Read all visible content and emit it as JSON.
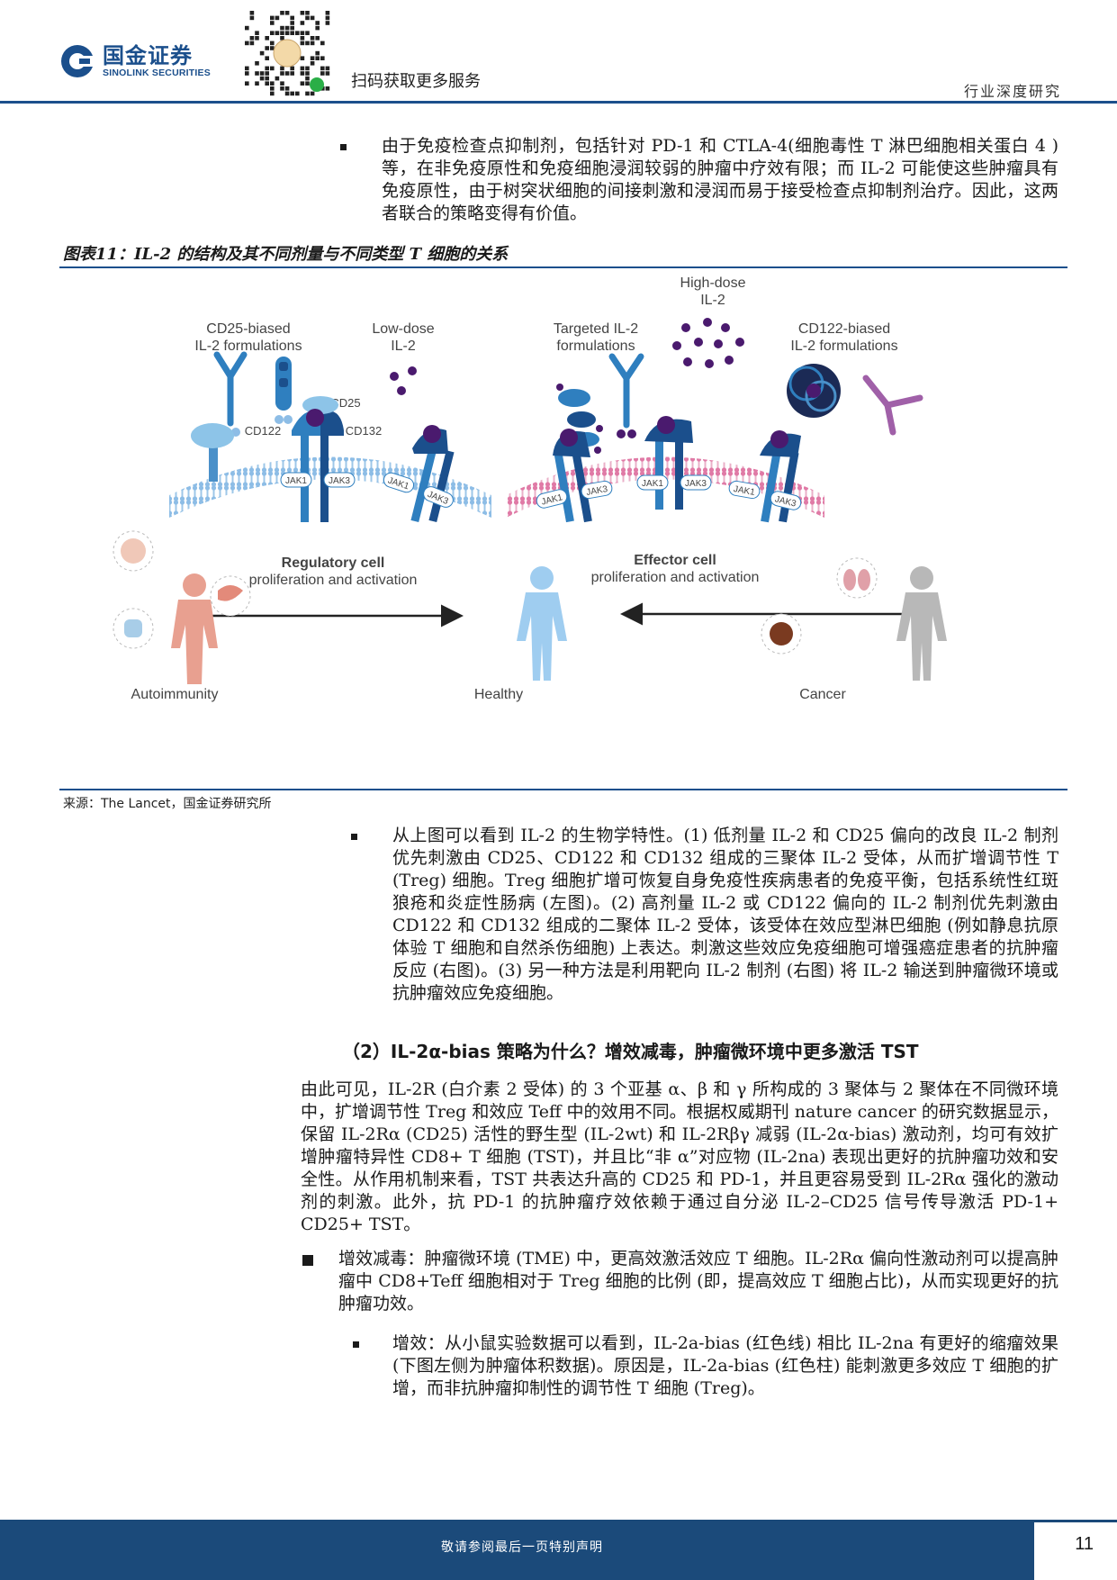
{
  "header": {
    "logo_cn": "国金证券",
    "logo_en": "SINOLINK SECURITIES",
    "qr_caption": "扫码获取更多服务",
    "section": "行业深度研究"
  },
  "paragraphs": {
    "p1": "由于免疫检查点抑制剂，包括针对 PD-1 和 CTLA-4(细胞毒性 T 淋巴细胞相关蛋白 4 ) 等，在非免疫原性和免疫细胞浸润较弱的肿瘤中疗效有限；而 IL-2 可能使这些肿瘤具有免疫原性，由于树突状细胞的间接刺激和浸润而易于接受检查点抑制剂治疗。因此，这两者联合的策略变得有价值。",
    "p2": "从上图可以看到 IL-2 的生物学特性。(1) 低剂量 IL-2 和 CD25 偏向的改良 IL-2 制剂优先刺激由 CD25、CD122 和 CD132 组成的三聚体 IL-2 受体，从而扩增调节性 T (Treg) 细胞。Treg 细胞扩增可恢复自身免疫性疾病患者的免疫平衡，包括系统性红斑狼疮和炎症性肠病 (左图)。(2) 高剂量 IL-2 或 CD122 偏向的 IL-2 制剂优先刺激由 CD122 和 CD132 组成的二聚体 IL-2 受体，该受体在效应型淋巴细胞 (例如静息抗原体验 T 细胞和自然杀伤细胞) 上表达。刺激这些效应免疫细胞可增强癌症患者的抗肿瘤反应 (右图)。(3) 另一种方法是利用靶向 IL-2 制剂 (右图) 将 IL-2 输送到肿瘤微环境或抗肿瘤效应免疫细胞。",
    "p3": "由此可见，IL-2R (白介素 2 受体) 的 3 个亚基 α、β 和 γ 所构成的 3 聚体与 2 聚体在不同微环境中，扩增调节性 Treg 和效应 Teff 中的效用不同。根据权威期刊 nature cancer 的研究数据显示，保留 IL-2Rα (CD25) 活性的野生型 (IL-2wt) 和 IL-2Rβγ 减弱 (IL-2α-bias) 激动剂，均可有效扩增肿瘤特异性 CD8+ T 细胞 (TST)，并且比“非 α”对应物 (IL-2na) 表现出更好的抗肿瘤功效和安全性。从作用机制来看，TST 共表达升高的 CD25 和 PD-1，并且更容易受到 IL-2Rα 强化的激动剂的刺激。此外，抗 PD-1 的抗肿瘤疗效依赖于通过自分泌 IL-2–CD25 信号传导激活 PD-1+ CD25+ TST。",
    "p4": "增效减毒：肿瘤微环境 (TME) 中，更高效激活效应 T 细胞。IL-2Rα 偏向性激动剂可以提高肿瘤中 CD8+Teff 细胞相对于 Treg 细胞的比例 (即，提高效应 T 细胞占比)，从而实现更好的抗肿瘤功效。",
    "p5": "增效：从小鼠实验数据可以看到，IL-2a-bias (红色线) 相比 IL-2na 有更好的缩瘤效果 (下图左侧为肿瘤体积数据)。原因是，IL-2a-bias (红色柱) 能刺激更多效应 T 细胞的扩增，而非抗肿瘤抑制性的调节性 T 细胞 (Treg)。"
  },
  "figure": {
    "title": "图表11：IL-2 的结构及其不同剂量与不同类型 T 细胞的关系",
    "source": "来源：The Lancet，国金证券研究所",
    "labels": {
      "cd25_biased_1": "CD25-biased",
      "cd25_biased_2": "IL-2 formulations",
      "low_dose_1": "Low-dose",
      "low_dose_2": "IL-2",
      "targeted_1": "Targeted IL-2",
      "targeted_2": "formulations",
      "high_dose_1": "High-dose",
      "high_dose_2": "IL-2",
      "cd122_biased_1": "CD122-biased",
      "cd122_biased_2": "IL-2 formulations",
      "cd122": "CD122",
      "cd25": "CD25",
      "cd132": "CD132",
      "jak1": "JAK1",
      "jak3": "JAK3",
      "reg_1": "Regulatory cell",
      "reg_2": "proliferation and activation",
      "eff_1": "Effector cell",
      "eff_2": "proliferation and activation",
      "autoimmunity": "Autoimmunity",
      "healthy": "Healthy",
      "cancer": "Cancer"
    }
  },
  "section_head": "（2）IL-2α-bias 策略为什么？增效减毒，肿瘤微环境中更多激活 TST",
  "footer": {
    "notice": "敬请参阅最后一页特别声明",
    "page": "11"
  },
  "colors": {
    "brand_blue": "#1b4f8c",
    "footer_blue": "#1b4a7a",
    "receptor_blue": "#2f7fbf",
    "il2_purple": "#4a1a6e",
    "membrane_pink": "#d86a9a"
  }
}
